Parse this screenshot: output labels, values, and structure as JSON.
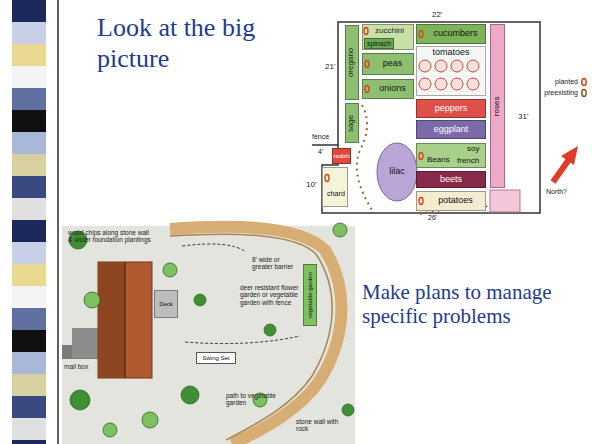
{
  "diagram": {
    "title": "Look at the big picture",
    "nodes": [
      {
        "text": [
          "oregano"
        ]
      },
      {
        "text": [
          "sage"
        ]
      },
      {
        "text": [
          "zucchini"
        ]
      },
      {
        "text": [
          "spinach"
        ],
        "in": 2
      },
      {
        "text": [
          "cucumbers"
        ]
      },
      {
        "text": [
          "tomatoes"
        ]
      },
      {
        "text": [
          "peas"
        ]
      },
      {
        "text": [
          "onions"
        ]
      },
      {
        "text": [
          "peppers"
        ]
      },
      {
        "text": [
          "eggplant"
        ]
      },
      {
        "text": [
          "radish"
        ]
      },
      {
        "text": [
          "chard"
        ]
      },
      {
        "text": [
          "lilac"
        ]
      },
      {
        "text": [
          "Beans",
          "soy",
          "french"
        ]
      },
      {
        "text": [
          "beets"
        ]
      },
      {
        "text": [
          "potatoes"
        ]
      },
      {
        "text": [
          "roses"
        ]
      },
      {
        "text": [
          "vegetable garden"
        ]
      },
      {
        "text": [
          "Deck"
        ]
      },
      {
        "text": [
          "Swing Set"
        ]
      }
    ],
    "labels": [
      "22'",
      "21'",
      "fence",
      "4'",
      "10'",
      "31'",
      "26'",
      "North?",
      "Make plans to manage specific problems",
      "wood chips along stone wall & under foundation plantings",
      "8' wide or greater barrier",
      "deer resistant flower garden or vegetable garden with fence",
      "mail box",
      "path to vegetable garden",
      "stone wall with rock"
    ],
    "legend": [
      {
        "text": "planted"
      },
      {
        "text": "preexisting"
      }
    ]
  }
}
